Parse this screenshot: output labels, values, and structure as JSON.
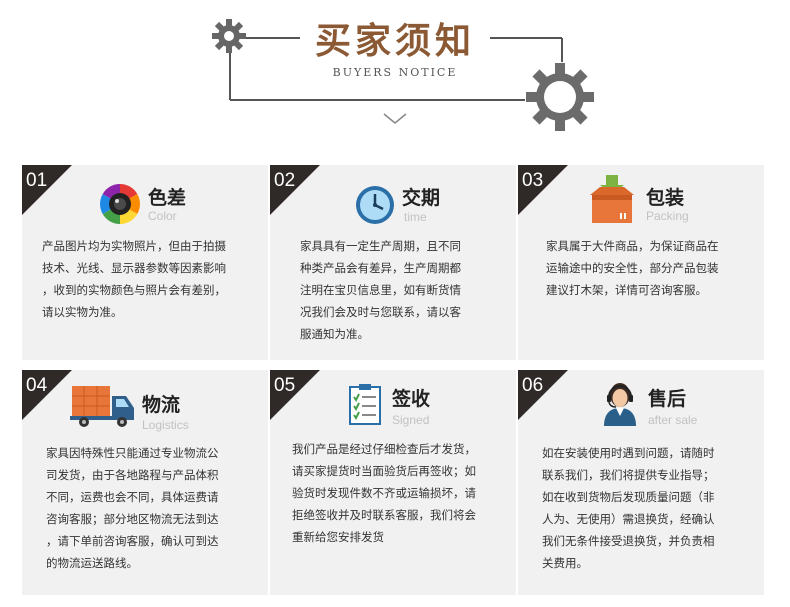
{
  "header": {
    "title_cn": "买家须知",
    "title_en": "BUYERS NOTICE"
  },
  "colors": {
    "title": "#8b5a34",
    "frame": "#555555",
    "card_bg": "#f1f1f1",
    "number_tag": "#2f2a28"
  },
  "cards": [
    {
      "number": "01",
      "title": "色差",
      "subtitle": "Color",
      "icon": "camera-lens-icon",
      "lines": [
        "产品图片均为实物照片，但由于拍摄",
        "技术、光线、显示器参数等因素影响",
        "，收到的实物颜色与照片会有差别，",
        "请以实物为准。"
      ]
    },
    {
      "number": "02",
      "title": "交期",
      "subtitle": "time",
      "icon": "clock-icon",
      "lines": [
        "家具具有一定生产周期，且不同",
        "种类产品会有差异，生产周期都",
        "注明在宝贝信息里，如有断货情",
        "况我们会及时与您联系，请以客",
        "服通知为准。"
      ]
    },
    {
      "number": "03",
      "title": "包装",
      "subtitle": "Packing",
      "icon": "package-box-icon",
      "lines": [
        "家具属于大件商品，为保证商品在",
        "运输途中的安全性，部分产品包装",
        "建议打木架，详情可咨询客服。"
      ]
    },
    {
      "number": "04",
      "title": "物流",
      "subtitle": "Logistics",
      "icon": "delivery-truck-icon",
      "lines": [
        "家具因特殊性只能通过专业物流公",
        "司发货，由于各地路程与产品体积",
        "不同，运费也会不同，具体运费请",
        "咨询客服；部分地区物流无法到达",
        "，请下单前咨询客服，确认可到达",
        "的物流运送路线。"
      ]
    },
    {
      "number": "05",
      "title": "签收",
      "subtitle": "Signed",
      "icon": "checklist-clipboard-icon",
      "lines": [
        "我们产品是经过仔细检查后才发货，",
        "请买家提货时当面验货后再签收；如",
        "验货时发现件数不齐或运输损坏，请",
        "拒绝签收并及时联系客服，我们将会",
        "重新给您安排发货"
      ]
    },
    {
      "number": "06",
      "title": "售后",
      "subtitle": "after sale",
      "icon": "customer-service-icon",
      "lines": [
        "如在安装使用时遇到问题，请随时",
        "联系我们，我们将提供专业指导；",
        "如在收到货物后发现质量问题（非",
        "人为、无使用）需退换货，经确认",
        "我们无条件接受退换货，并负责相",
        "关费用。"
      ]
    }
  ]
}
